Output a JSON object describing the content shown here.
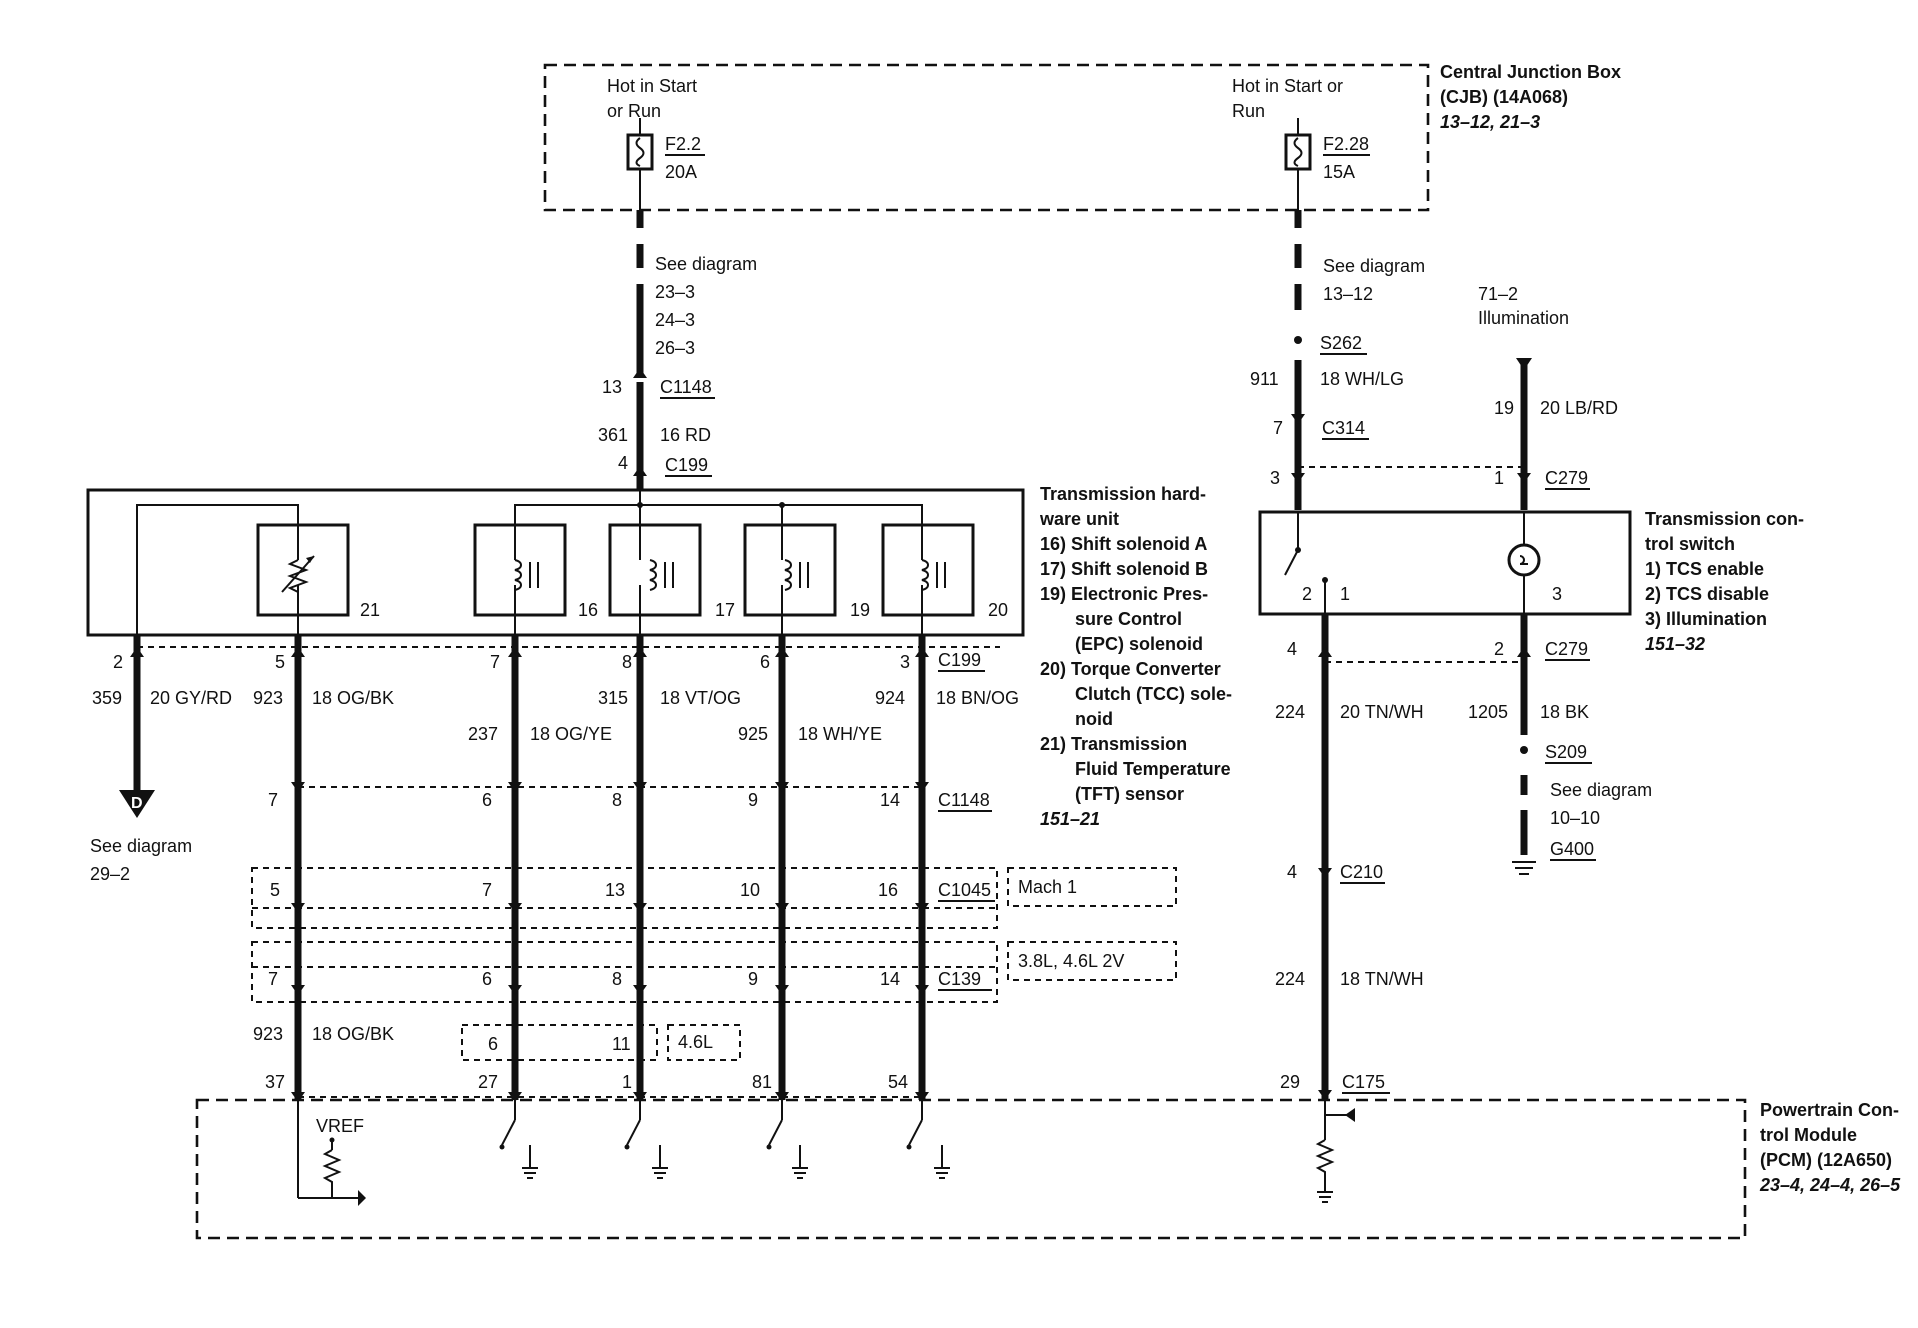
{
  "cjb": {
    "title": [
      "Central Junction Box",
      "(CJB) (14A068)"
    ],
    "ref": "13–12, 21–3",
    "left_hot": [
      "Hot in Start",
      "or Run"
    ],
    "right_hot": [
      "Hot in Start or",
      "Run"
    ],
    "fuse_left": {
      "id": "F2.2",
      "rating": "20A"
    },
    "fuse_right": {
      "id": "F2.28",
      "rating": "15A"
    }
  },
  "left_feed": {
    "see": "See diagram",
    "refs": [
      "23–3",
      "24–3",
      "26–3"
    ],
    "pin_c1148": "13",
    "c1148": "C1148",
    "circuit": "361",
    "wire": "16 RD",
    "pin_c199": "4",
    "c199": "C199"
  },
  "right_feed": {
    "see": "See diagram",
    "ref": "13–12",
    "splice": "S262",
    "circuit": "911",
    "wire": "18 WH/LG",
    "pin_c314": "7",
    "c314": "C314",
    "illum": [
      "71–2",
      "Illumination"
    ],
    "illum_circuit": "19",
    "illum_wire": "20 LB/RD",
    "pin_c279_left": "3",
    "pin_c279_right": "1",
    "c279": "C279"
  },
  "thu": {
    "title": [
      "Transmission hard-",
      "ware unit"
    ],
    "items": [
      "16) Shift solenoid A",
      "17) Shift solenoid B",
      "19) Electronic Pres-",
      "sure Control",
      "(EPC) solenoid",
      "20) Torque Converter",
      "Clutch (TCC) sole-",
      "noid",
      "21) Transmission",
      "Fluid Temperature",
      "(TFT) sensor"
    ],
    "ref": "151–21",
    "comp_labels": [
      "21",
      "16",
      "17",
      "19",
      "20"
    ]
  },
  "tcs": {
    "title": [
      "Transmission con-",
      "trol switch"
    ],
    "items": [
      "1) TCS enable",
      "2) TCS disable",
      "3) Illumination"
    ],
    "ref": "151–32",
    "pins": [
      "2",
      "1",
      "3"
    ]
  },
  "wires": {
    "w359": {
      "pin": "2",
      "circuit": "359",
      "wire": "20 GY/RD"
    },
    "w923": {
      "pin": "5",
      "circuit": "923",
      "wire": "18 OG/BK"
    },
    "w237": {
      "pin": "7",
      "circuit": "237",
      "wire": "18 OG/YE"
    },
    "w315": {
      "pin": "8",
      "circuit": "315",
      "wire": "18 VT/OG"
    },
    "w925": {
      "pin": "6",
      "circuit": "925",
      "wire": "18 WH/YE"
    },
    "w924": {
      "pin": "3",
      "circuit": "924",
      "wire": "18 BN/OG"
    },
    "c199_bottom": "C199",
    "w224": {
      "pin": "4",
      "circuit": "224",
      "wire": "20 TN/WH"
    },
    "w1205": {
      "pin": "2",
      "circuit": "1205",
      "wire": "18 BK"
    },
    "c279_bottom": "C279"
  },
  "d_ref": {
    "letter": "D",
    "see": "See diagram",
    "ref": "29–2"
  },
  "c1148_row": {
    "pins": [
      "7",
      "6",
      "8",
      "9",
      "14"
    ],
    "label": "C1148"
  },
  "c1045_row": {
    "pins": [
      "5",
      "7",
      "13",
      "10",
      "16"
    ],
    "label": "C1045",
    "note": "Mach 1"
  },
  "c139_row": {
    "pins": [
      "7",
      "6",
      "8",
      "9",
      "14"
    ],
    "label": "C139",
    "note": "3.8L, 4.6L 2V"
  },
  "lower_923": {
    "circuit": "923",
    "wire": "18 OG/BK"
  },
  "alt_46": {
    "pins": [
      "6",
      "11"
    ],
    "note": "4.6L"
  },
  "pcm_pins": [
    "37",
    "27",
    "1",
    "81",
    "54"
  ],
  "right_lower": {
    "s209": "S209",
    "see": "See diagram",
    "ref": "10–10",
    "g400": "G400",
    "pin_c210": "4",
    "c210": "C210",
    "circuit": "224",
    "wire": "18 TN/WH",
    "pin_c175": "29",
    "c175": "C175"
  },
  "pcm": {
    "title": [
      "Powertrain Con-",
      "trol Module",
      "(PCM) (12A650)"
    ],
    "ref": "23–4, 24–4, 26–5",
    "vref": "VREF"
  }
}
